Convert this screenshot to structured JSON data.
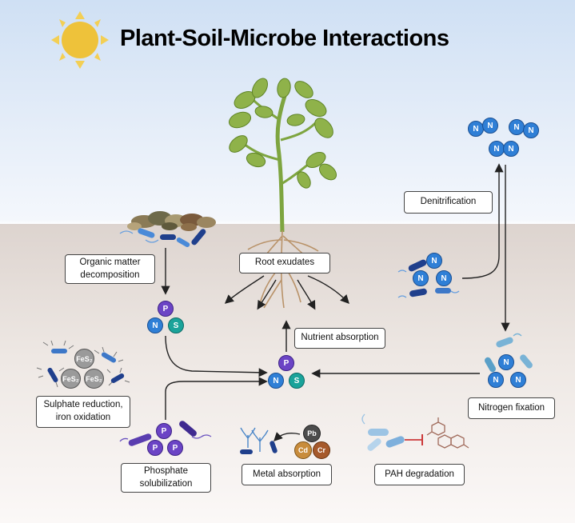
{
  "title": "Plant-Soil-Microbe Interactions",
  "labels": {
    "root_exudates": "Root exudates",
    "nutrient_absorption": "Nutrient absorption",
    "denitrification": "Denitrification",
    "organic_matter_decomposition": "Organic matter decomposition",
    "sulphate_reduction_iron_oxidation": "Sulphate reduction, iron oxidation",
    "nitrogen_fixation": "Nitrogen fixation",
    "phosphate_solubilization": "Phosphate solubilization",
    "metal_absorption": "Metal absorption",
    "pah_degradation": "PAH degradation"
  },
  "elements": {
    "n": "N",
    "p": "P",
    "s": "S",
    "fes2": "FeS₂",
    "pb": "Pb",
    "cd": "Cd",
    "cr": "Cr"
  },
  "colors": {
    "nitrogen": "#2f7fd6",
    "phosphorus": "#6b44c5",
    "sulphur": "#1aa39a",
    "bacteria": "#1f3f8c",
    "sun": "#f0c23c",
    "stem": "#8fb24a"
  }
}
